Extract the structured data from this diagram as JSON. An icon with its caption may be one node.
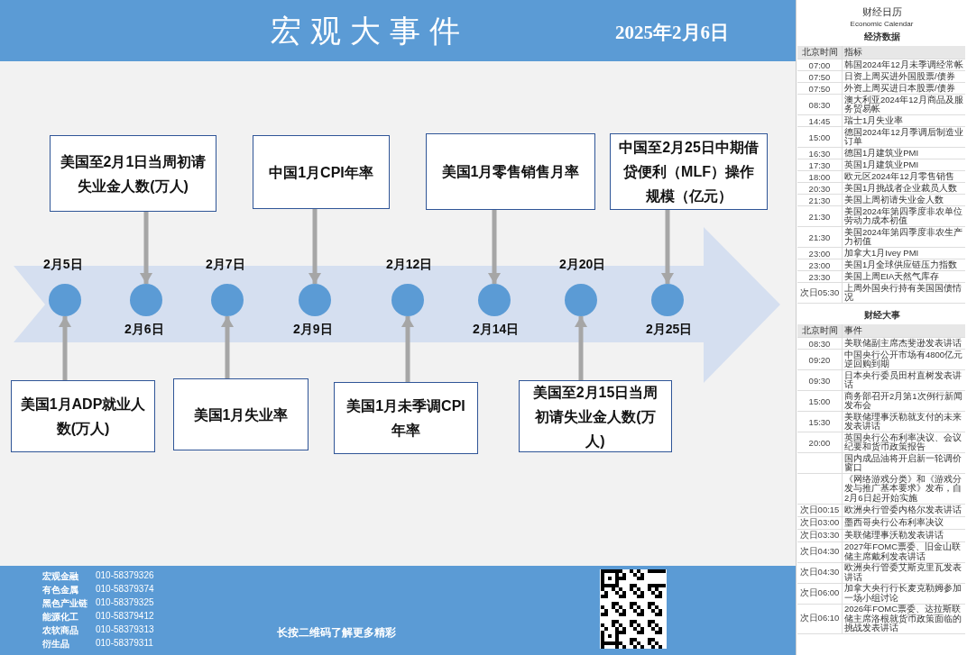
{
  "diagram": {
    "title": "宏观大事件",
    "nodes": [
      {
        "text": [
          "美国至2月1日当周初请失业金人数(万人)"
        ]
      },
      {
        "text": [
          "中国1月CPI年率"
        ]
      },
      {
        "text": [
          "美国1月零售销售月率"
        ]
      },
      {
        "text": [
          "中国至2月25日中期借贷便利（MLF）操作规模（亿元）"
        ]
      },
      {
        "text": [],
        "shape": "arrow"
      },
      {
        "text": [],
        "shape": "circle",
        "beside": [
          "2月5日"
        ],
        "in": 4
      },
      {
        "text": [],
        "shape": "circle",
        "beside": [
          "2月6日"
        ],
        "in": 4
      },
      {
        "text": [],
        "shape": "circle",
        "beside": [
          "2月7日"
        ],
        "in": 4
      },
      {
        "text": [],
        "shape": "circle",
        "beside": [
          "2月9日"
        ],
        "in": 4
      },
      {
        "text": [],
        "shape": "circle",
        "beside": [
          "2月12日"
        ],
        "in": 4
      },
      {
        "text": [],
        "shape": "circle",
        "beside": [
          "2月14日"
        ],
        "in": 4
      },
      {
        "text": [],
        "shape": "circle",
        "beside": [
          "2月20日"
        ],
        "in": 4
      },
      {
        "text": [],
        "shape": "circle",
        "beside": [
          "2月25日"
        ],
        "in": 4
      },
      {
        "text": [
          "美国1月ADP就业人数(万人)"
        ]
      },
      {
        "text": [
          "美国1月失业率"
        ]
      },
      {
        "text": [
          "美国1月未季调CPI年率"
        ]
      },
      {
        "text": [
          "美国至2月15日当周初请失业金人数(万人)"
        ]
      }
    ],
    "edges": [
      {
        "from": 0,
        "to": 6,
        "arrow": "to"
      },
      {
        "from": 1,
        "to": 8,
        "arrow": "to"
      },
      {
        "from": 2,
        "to": 10,
        "arrow": "to"
      },
      {
        "from": 3,
        "to": 12,
        "arrow": "to"
      },
      {
        "from": 13,
        "to": 5,
        "arrow": "to"
      },
      {
        "from": 14,
        "to": 7,
        "arrow": "to"
      },
      {
        "from": 15,
        "to": 9,
        "arrow": "to"
      },
      {
        "from": 16,
        "to": 11,
        "arrow": "to"
      }
    ],
    "labels": [
      "2025年2月6日",
      "财经日历",
      "Economic Calendar",
      "经济数据",
      "北京时间",
      "指标",
      "07:00",
      "韩国2024年12月未季调经常帐",
      "07:50",
      "日资上周买进外国股票/债券",
      "07:50",
      "外资上周买进日本股票/债券",
      "08:30",
      "澳大利亚2024年12月商品及服务贸易帐",
      "14:45",
      "瑞士1月失业率",
      "15:00",
      "德国2024年12月季调后制造业订单",
      "16:30",
      "德国1月建筑业PMI",
      "17:30",
      "英国1月建筑业PMI",
      "18:00",
      "欧元区2024年12月零售销售",
      "20:30",
      "美国1月挑战者企业裁员人数",
      "21:30",
      "美国上周初请失业金人数",
      "21:30",
      "美国2024年第四季度非农单位劳动力成本初值",
      "21:30",
      "美国2024年第四季度非农生产力初值",
      "23:00",
      "加拿大1月Ivey PMI",
      "23:00",
      "美国1月全球供应链压力指数",
      "23:30",
      "美国上周EIA天然气库存",
      "次日05:30",
      "上周外国央行持有美国国债情况",
      "财经大事",
      "北京时间",
      "事件",
      "08:30",
      "美联储副主席杰斐逊发表讲话",
      "09:20",
      "中国央行公开市场有4800亿元逆回购到期",
      "09:30",
      "日本央行委员田村直树发表讲话",
      "15:00",
      "商务部召开2月第1次例行新闻发布会",
      "15:30",
      "美联储理事沃勒就支付的未来发表讲话",
      "20:00",
      "英国央行公布利率决议、会议纪要和货币政策报告",
      "国内成品油将开启新一轮调价窗口",
      "《网络游戏分类》和《游戏分发与推广基本要求》发布，自2月6日起开始实施",
      "次日00:15",
      "欧洲央行管委内格尔发表讲话",
      "次日03:00",
      "墨西哥央行公布利率决议",
      "次日03:30",
      "美联储理事沃勒发表讲话",
      "次日04:30",
      "2027年FOMC票委、旧金山联储主席戴利发表讲话",
      "次日04:30",
      "欧洲央行管委艾斯克里瓦发表讲话",
      "次日06:00",
      "加拿大央行行长麦克勒姆参加一场小组讨论",
      "次日06:10",
      "2026年FOMC票委、达拉斯联储主席洛根就货币政策面临的挑战发表讲话",
      "宏观金融",
      "010-58379326",
      "有色金属",
      "010-58379374",
      "黑色产业链",
      "010-58379325",
      "能源化工",
      "010-58379412",
      "农软商品",
      "010-58379313",
      "衍生品",
      "010-58379311",
      "长按二维码了解更多精彩"
    ]
  }
}
